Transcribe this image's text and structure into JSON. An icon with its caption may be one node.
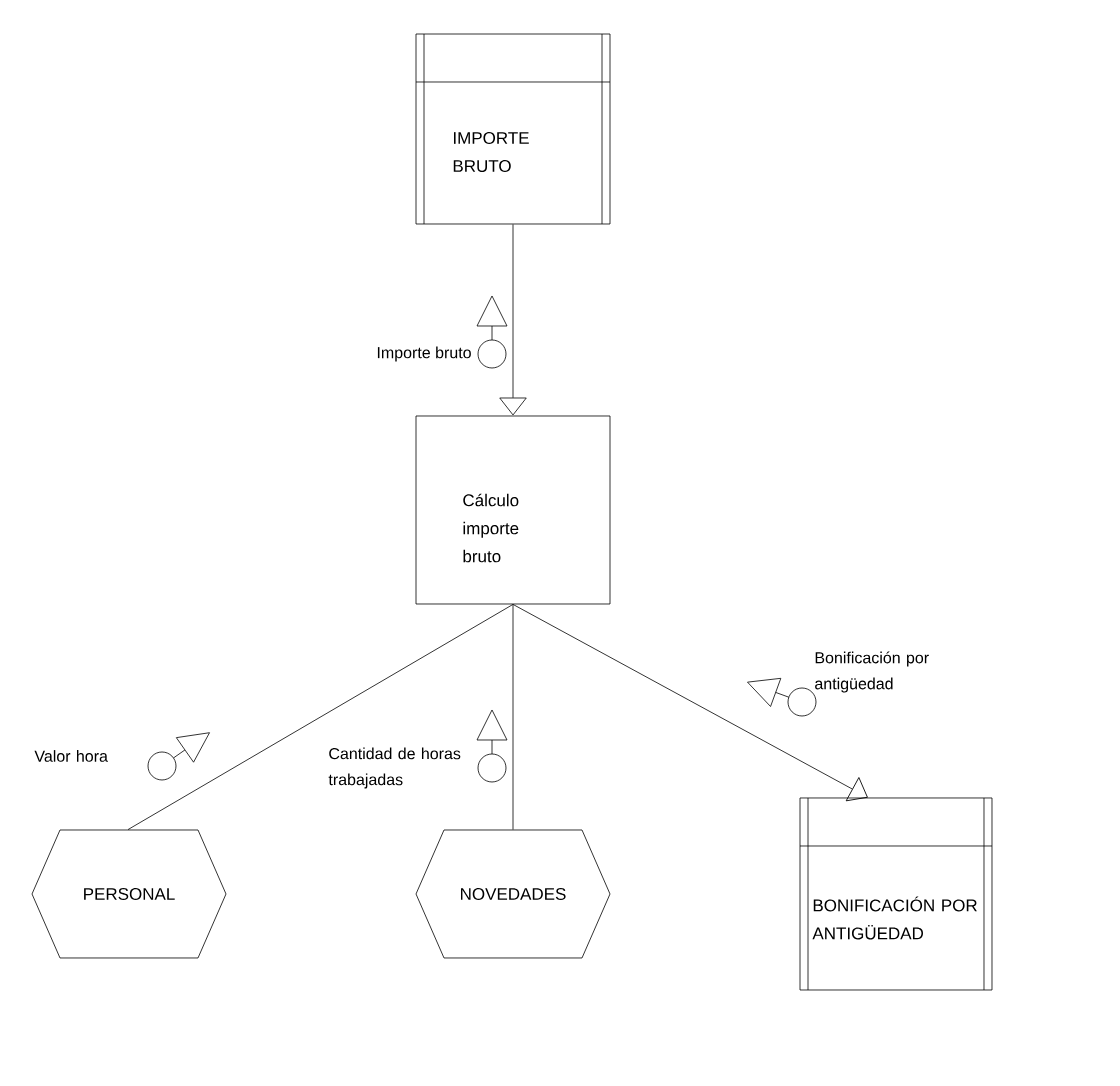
{
  "diagram": {
    "nodes": [
      {
        "text": [
          "IMPORTE BRUTO"
        ]
      },
      {
        "text": [
          "Cálculo importe bruto"
        ]
      },
      {
        "text": [
          "PERSONAL"
        ]
      },
      {
        "text": [
          "NOVEDADES"
        ]
      },
      {
        "text": [
          "BONIFICACIÓN POR ANTIGÜEDAD"
        ]
      }
    ],
    "edges": [
      {
        "from": 0,
        "to": 1,
        "arrow": "to",
        "label": "Importe bruto"
      },
      {
        "from": 1,
        "to": 2,
        "arrow": "none",
        "label": "Valor hora"
      },
      {
        "from": 1,
        "to": 3,
        "arrow": "none",
        "label": "Cantidad de horas trabajadas"
      },
      {
        "from": 1,
        "to": 4,
        "arrow": "to",
        "label": "Bonificación por antigüedad"
      }
    ]
  }
}
